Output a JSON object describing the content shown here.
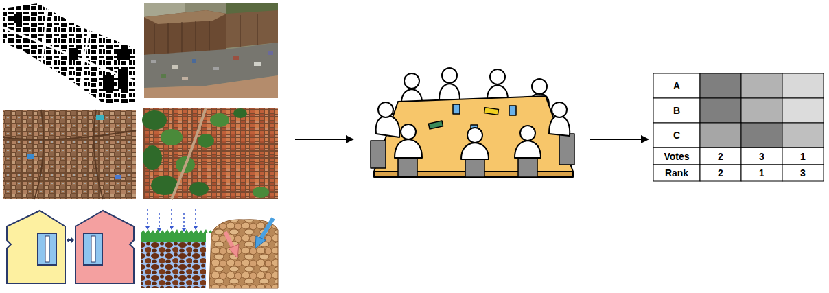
{
  "diagram": {
    "labels": [
      "A",
      "B",
      "C",
      "Votes",
      "2",
      "3",
      "1",
      "Rank",
      "2",
      "1",
      "3"
    ]
  }
}
